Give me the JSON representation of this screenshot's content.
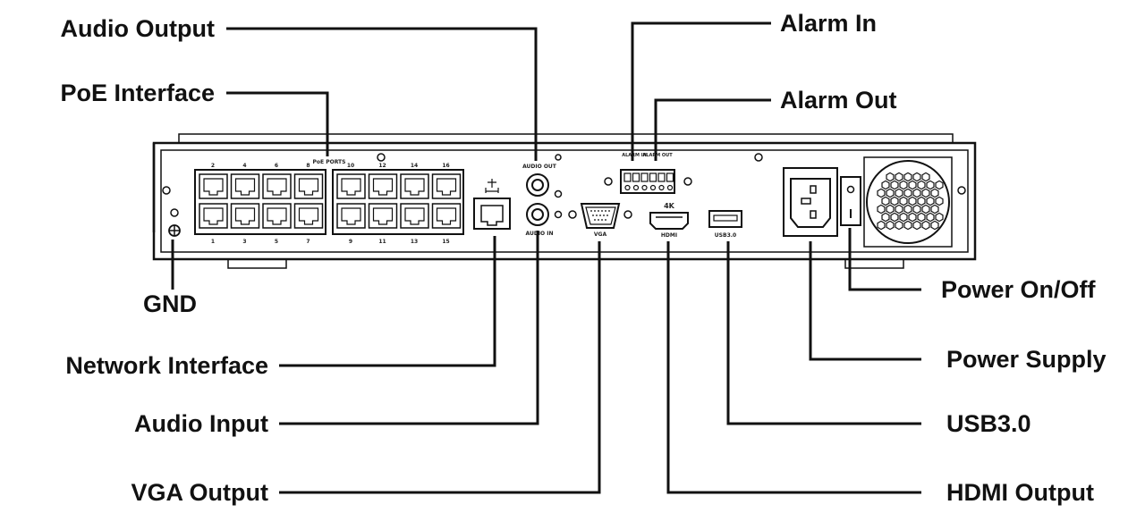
{
  "labels": {
    "audio_output": "Audio Output",
    "poe_interface": "PoE Interface",
    "gnd": "GND",
    "network_interface": "Network Interface",
    "audio_input": "Audio Input",
    "vga_output": "VGA Output",
    "alarm_in": "Alarm In",
    "alarm_out": "Alarm Out",
    "power_on_off": "Power On/Off",
    "power_supply": "Power Supply",
    "usb": "USB3.0",
    "hdmi_output": "HDMI Output"
  },
  "panel_print": {
    "poe_ports": "PoE PORTS",
    "audio_out": "AUDIO OUT",
    "audio_in": "AUDIO IN",
    "vga": "VGA",
    "hdmi": "HDMI",
    "k4": "4K",
    "usb": "USB3.0",
    "alarm_in": "ALARM IN",
    "alarm_out": "ALARM OUT",
    "port_numbers_top": [
      "2",
      "4",
      "6",
      "8",
      "10",
      "12",
      "14",
      "16"
    ],
    "port_numbers_bottom": [
      "1",
      "3",
      "5",
      "7",
      "9",
      "11",
      "13",
      "15"
    ]
  },
  "colors": {
    "line": "#111111",
    "panel": "#ffffff"
  }
}
